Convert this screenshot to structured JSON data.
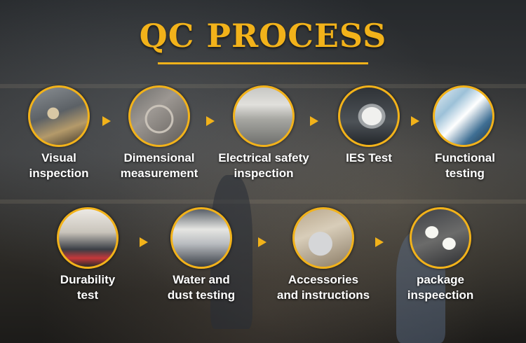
{
  "title": "QC PROCESS",
  "colors": {
    "accent": "#f2b21a",
    "text": "#ffffff"
  },
  "steps": [
    {
      "line1": "Visual",
      "line2": "inspection"
    },
    {
      "line1": "Dimensional",
      "line2": "measurement"
    },
    {
      "line1": "Electrical safety",
      "line2": "inspection"
    },
    {
      "line1": "IES Test",
      "line2": ""
    },
    {
      "line1": "Functional",
      "line2": "testing"
    },
    {
      "line1": "Durability",
      "line2": "test"
    },
    {
      "line1": "Water and",
      "line2": "dust testing"
    },
    {
      "line1": "Accessories",
      "line2": "and instructions"
    },
    {
      "line1": "package",
      "line2": "inspeection"
    }
  ]
}
